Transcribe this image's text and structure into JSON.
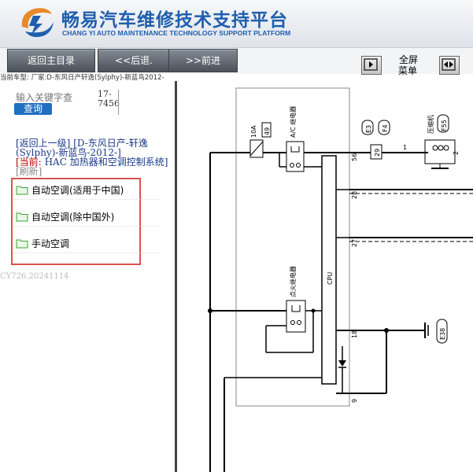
{
  "header": {
    "title": "畅易汽车维修技术支持平台",
    "subtitle": "CHANG YI AUTO MAINTENANCE TECHNOLOGY SUPPORT PLATFORM"
  },
  "toolbar": {
    "home_label": "返回主目录",
    "back_label": "<<后退.",
    "forward_label": ">>前进",
    "fullscreen_label": "全屏",
    "menu_label": "菜单"
  },
  "info_bar": {
    "text": "当前车型:   厂家:D-东风日产轩逸(Sylphy)-新蓝鸟2012-"
  },
  "search": {
    "placeholder": "输入关键字查",
    "button_label": "查询",
    "count_text": "17-7456"
  },
  "nav": {
    "back_link": "[返回上一级]",
    "vehicle": "[D-东风日产-轩逸(Sylphy)-新蓝鸟-2012-]",
    "current_prefix": "[当前:",
    "current_value": "HAC 加热器和空调控制系统]",
    "refresh_label": "[刷新]"
  },
  "tree": {
    "items": [
      {
        "label": "自动空调(适用于中国)"
      },
      {
        "label": "自动空调(除中国外)"
      },
      {
        "label": "手动空调"
      }
    ]
  },
  "version": "CY726.20241114",
  "diagram": {
    "relay_ac": "A/C 继电器",
    "relay_ignition": "点火继电器",
    "cpu": "CPU",
    "fuse_rating": "10A",
    "fuse_number": "49",
    "conn_e3": "E3",
    "conn_f4": "F4",
    "conn_f55": "F55",
    "compressor": "压缩机",
    "ground": "E38",
    "pin_56": "56",
    "pin_29": "29",
    "pin_1": "1",
    "pin_2": "2",
    "pin_28": "28",
    "pin_27": "27",
    "pin_18": "18",
    "pin_9": "9"
  },
  "colors": {
    "brand_blue": "#1f5fae",
    "highlight_red": "#d9534f",
    "button_blue": "#1f6fbf"
  }
}
